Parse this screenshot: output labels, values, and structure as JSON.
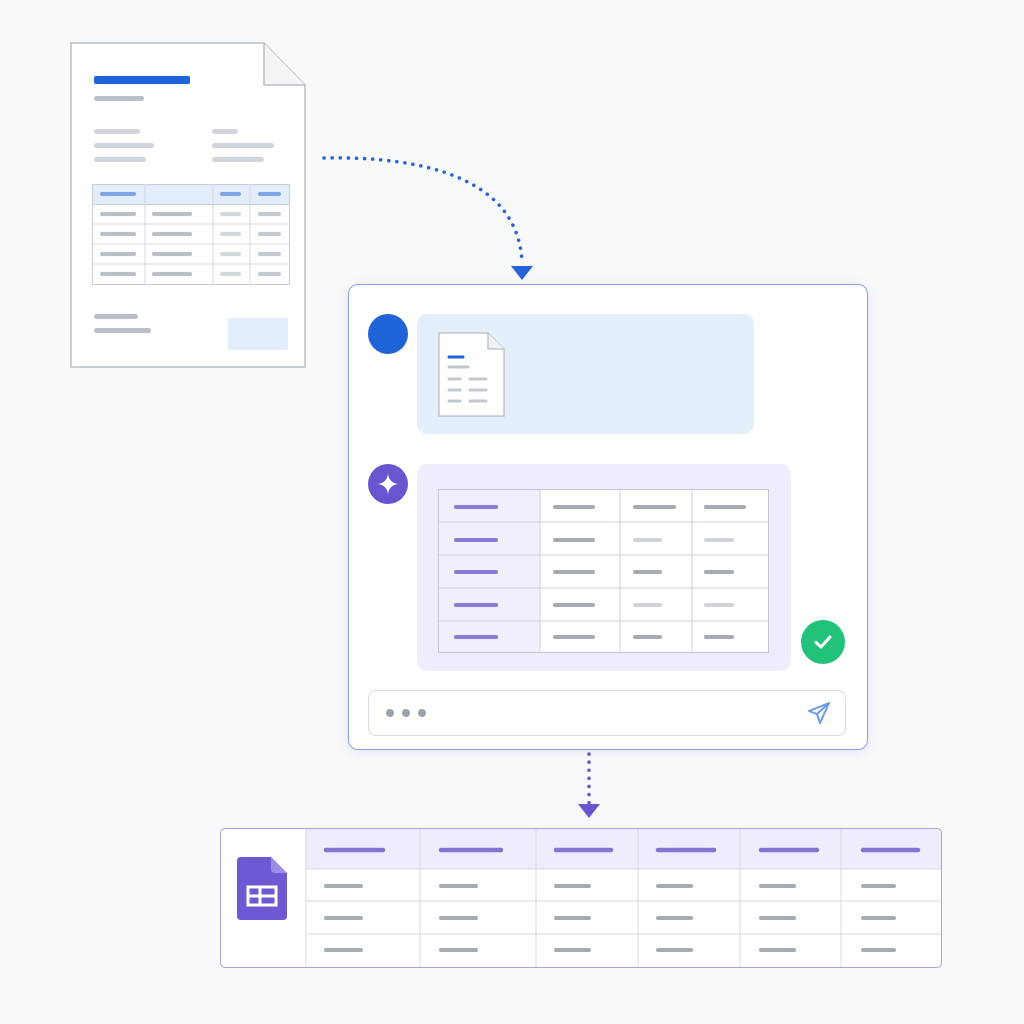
{
  "colors": {
    "background": "#f8f9fb",
    "primary_blue": "#1f63d8",
    "ai_purple": "#6a55d0",
    "success_green": "#22c27a",
    "user_bubble": "#e5eefb",
    "ai_bubble": "#efedfb"
  },
  "icons": {
    "source": "document-icon",
    "flow_arrow_1": "dotted-arrow-down-icon",
    "user": "user-avatar-icon",
    "attachment": "document-icon",
    "ai": "sparkle-icon",
    "done": "check-circle-icon",
    "typing": "ellipsis-icon",
    "send": "send-icon",
    "flow_arrow_2": "dotted-arrow-down-icon",
    "sheets": "google-sheets-icon"
  },
  "doc_table": {
    "rows": 5,
    "cols": 4
  },
  "ai_table": {
    "rows": 5,
    "cols": 4
  },
  "sheet_table": {
    "rows": 4,
    "cols": 6
  }
}
